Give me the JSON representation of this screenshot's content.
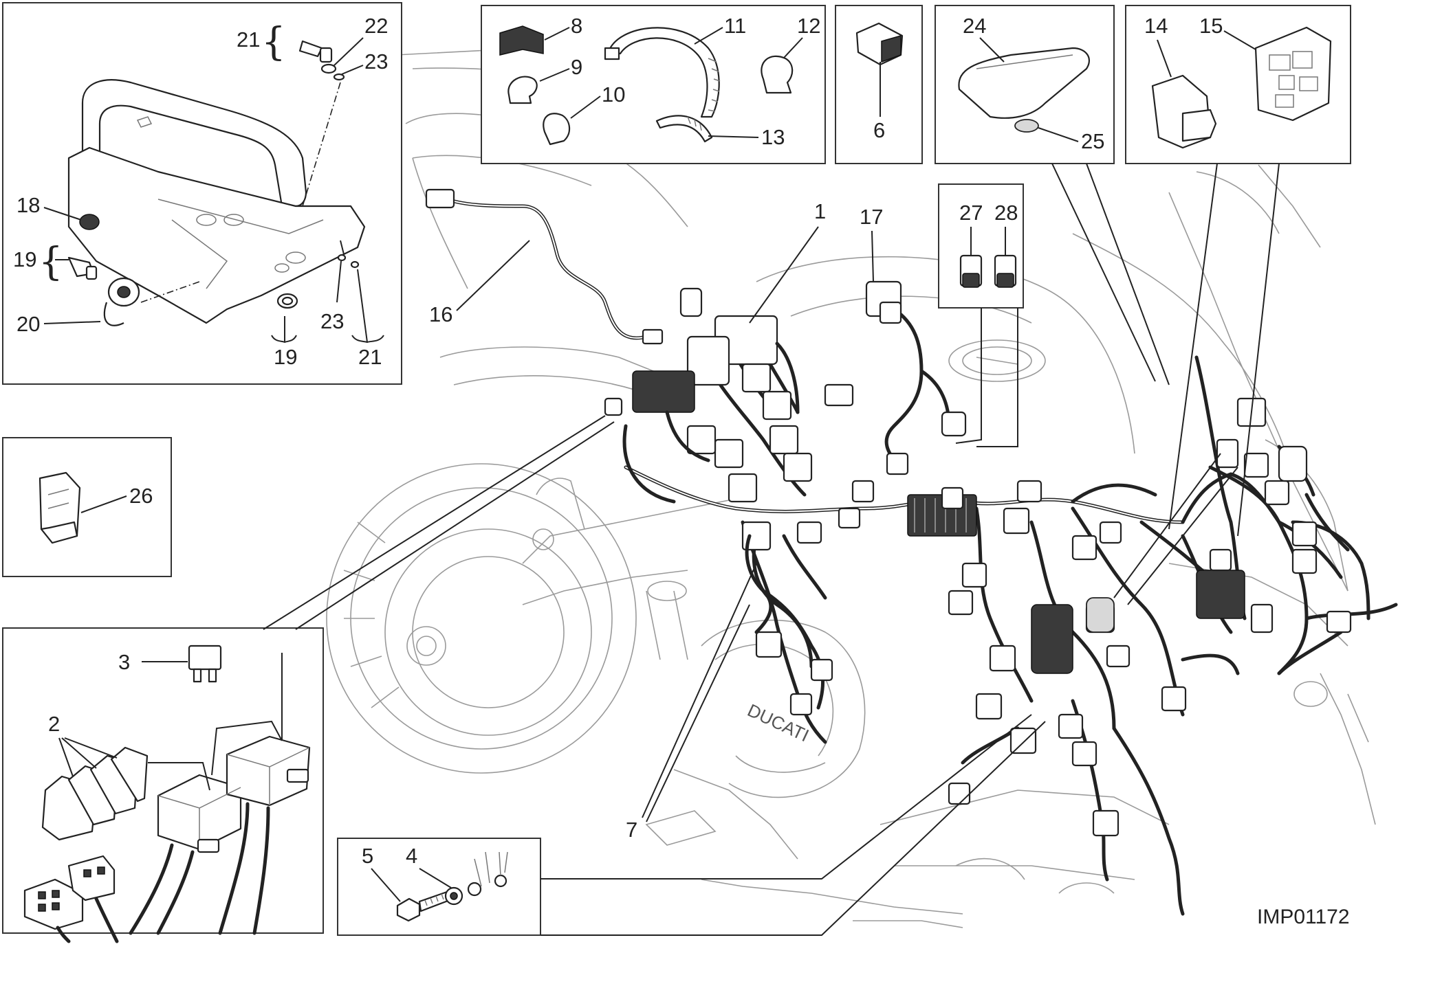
{
  "diagram": {
    "code": "IMP01172",
    "callouts": {
      "c1": "1",
      "c2": "2",
      "c3": "3",
      "c4": "4",
      "c5": "5",
      "c6": "6",
      "c7": "7",
      "c8": "8",
      "c9": "9",
      "c10": "10",
      "c11": "11",
      "c12": "12",
      "c13": "13",
      "c14": "14",
      "c15": "15",
      "c16": "16",
      "c17": "17",
      "c18": "18",
      "c19a": "19",
      "c19b": "19",
      "c20": "20",
      "c21a": "21",
      "c21b": "21",
      "c22": "22",
      "c23a": "23",
      "c23b": "23",
      "c24": "24",
      "c25": "25",
      "c26": "26",
      "c27": "27",
      "c28": "28"
    }
  }
}
